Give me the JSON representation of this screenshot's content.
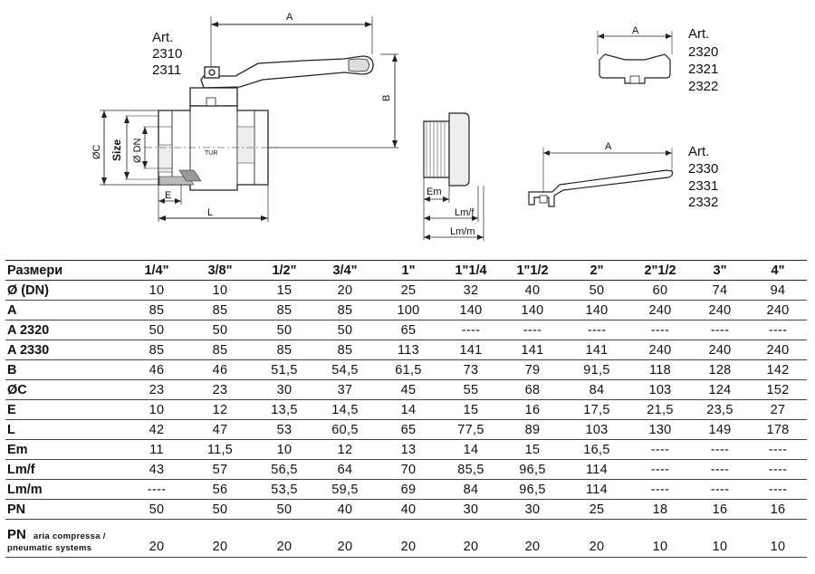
{
  "drawings": {
    "valve_art_label": "Art.",
    "valve_art_codes": [
      "2310",
      "2311"
    ],
    "butterfly_art_label": "Art.",
    "butterfly_art_codes": [
      "2320",
      "2321",
      "2322"
    ],
    "lever_art_label": "Art.",
    "lever_art_codes": [
      "2330",
      "2331",
      "2332"
    ],
    "dim_a": "A",
    "dim_b": "B",
    "dim_c": "ØC",
    "dim_size": "Size",
    "dim_dn": "Ø DN",
    "dim_e": "E",
    "dim_l": "L",
    "dim_em": "Em",
    "dim_lmf": "Lm/f",
    "dim_lmm": "Lm/m",
    "dim_a_butterfly": "A",
    "dim_a_lever": "A",
    "body_marking": "TUR"
  },
  "table": {
    "header": {
      "label": "Размери",
      "sizes": [
        "1/4\"",
        "3/8\"",
        "1/2\"",
        "3/4\"",
        "1\"",
        "1\"1/4",
        "1\"1/2",
        "2\"",
        "2\"1/2",
        "3\"",
        "4\""
      ]
    },
    "rows": [
      {
        "label": "Ø (DN)",
        "values": [
          "10",
          "10",
          "15",
          "20",
          "25",
          "32",
          "40",
          "50",
          "60",
          "74",
          "94"
        ]
      },
      {
        "label": "A",
        "values": [
          "85",
          "85",
          "85",
          "85",
          "100",
          "140",
          "140",
          "140",
          "240",
          "240",
          "240"
        ]
      },
      {
        "label": "A 2320",
        "values": [
          "50",
          "50",
          "50",
          "50",
          "65",
          "----",
          "----",
          "----",
          "----",
          "----",
          "----"
        ]
      },
      {
        "label": "A 2330",
        "values": [
          "85",
          "85",
          "85",
          "85",
          "113",
          "141",
          "141",
          "141",
          "240",
          "240",
          "240"
        ]
      },
      {
        "label": "B",
        "values": [
          "46",
          "46",
          "51,5",
          "54,5",
          "61,5",
          "73",
          "79",
          "91,5",
          "118",
          "128",
          "142"
        ]
      },
      {
        "label": "ØC",
        "values": [
          "23",
          "23",
          "30",
          "37",
          "45",
          "55",
          "68",
          "84",
          "103",
          "124",
          "152"
        ]
      },
      {
        "label": "E",
        "values": [
          "10",
          "12",
          "13,5",
          "14,5",
          "14",
          "15",
          "16",
          "17,5",
          "21,5",
          "23,5",
          "27"
        ]
      },
      {
        "label": "L",
        "values": [
          "42",
          "47",
          "53",
          "60,5",
          "65",
          "77,5",
          "89",
          "103",
          "130",
          "149",
          "178"
        ]
      },
      {
        "label": "Em",
        "values": [
          "11",
          "11,5",
          "10",
          "12",
          "13",
          "14",
          "15",
          "16,5",
          "----",
          "----",
          "----"
        ]
      },
      {
        "label": "Lm/f",
        "values": [
          "43",
          "57",
          "56,5",
          "64",
          "70",
          "85,5",
          "96,5",
          "114",
          "----",
          "----",
          "----"
        ]
      },
      {
        "label": "Lm/m",
        "values": [
          "----",
          "56",
          "53,5",
          "59,5",
          "69",
          "84",
          "96,5",
          "114",
          "----",
          "----",
          "----"
        ]
      },
      {
        "label": "PN",
        "values": [
          "50",
          "50",
          "50",
          "40",
          "40",
          "30",
          "30",
          "25",
          "18",
          "16",
          "16"
        ]
      }
    ],
    "last_row": {
      "label_main": "PN",
      "label_sub1": "aria compressa /",
      "label_sub2": "pneumatic systems",
      "values": [
        "20",
        "20",
        "20",
        "20",
        "20",
        "20",
        "20",
        "20",
        "10",
        "10",
        "10"
      ]
    }
  }
}
